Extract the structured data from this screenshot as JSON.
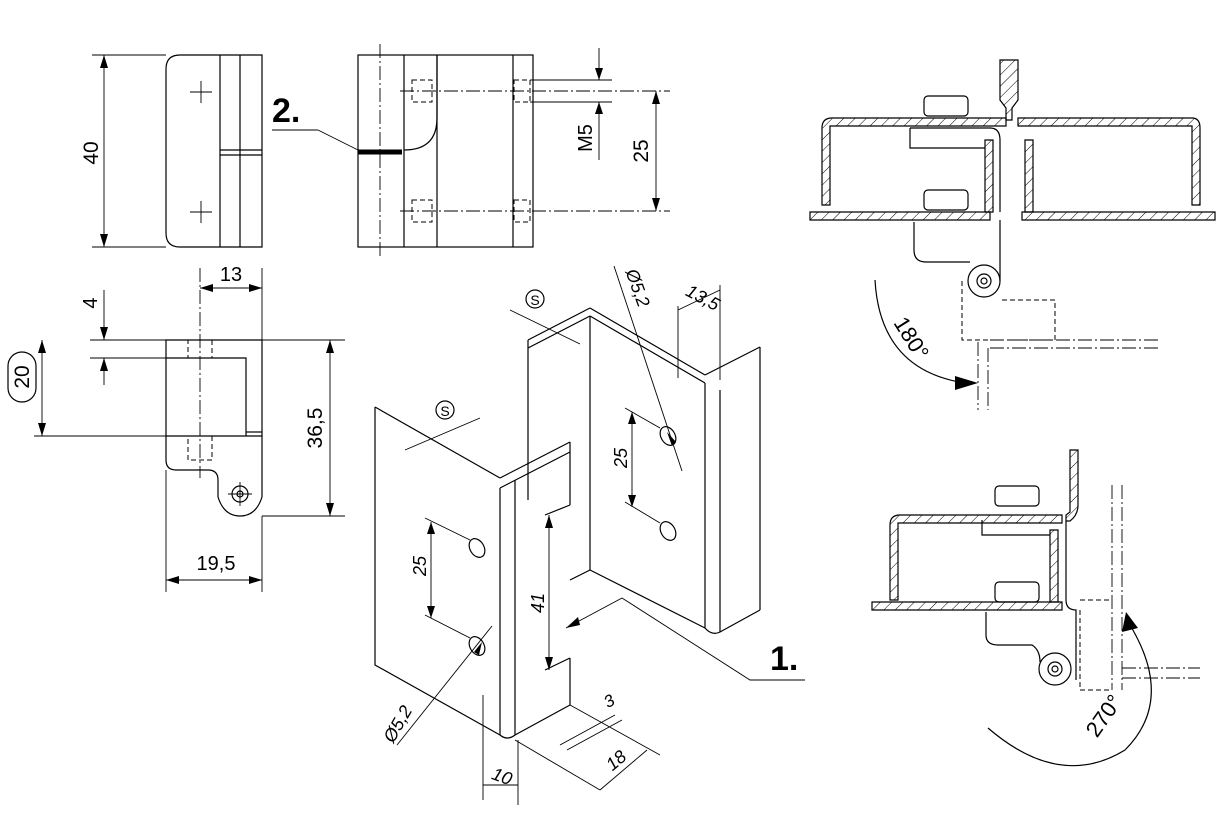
{
  "views": {
    "front": {
      "dim_height": "40"
    },
    "side": {
      "dim_thread": "M5",
      "dim_spacing": "25",
      "callout": "2."
    },
    "top": {
      "dim_width_top": "13",
      "dim_offset": "4",
      "dim_height": "36,5",
      "dim_boxed": "20",
      "dim_width_bottom": "19,5"
    },
    "isometric": {
      "callout": "1.",
      "thickness_symbol_left": "S",
      "thickness_symbol_right": "S",
      "hole_dia_left": "Ø5,2",
      "hole_dia_right": "Ø5,2",
      "hole_spacing_left": "25",
      "hole_spacing_right": "25",
      "dim_depth_right": "13,5",
      "dim_slot_height": "41",
      "dim_gap": "3",
      "dim_width_10": "10",
      "dim_width_18": "18"
    },
    "section_180": {
      "angle": "180°"
    },
    "section_270": {
      "angle": "270°"
    }
  }
}
